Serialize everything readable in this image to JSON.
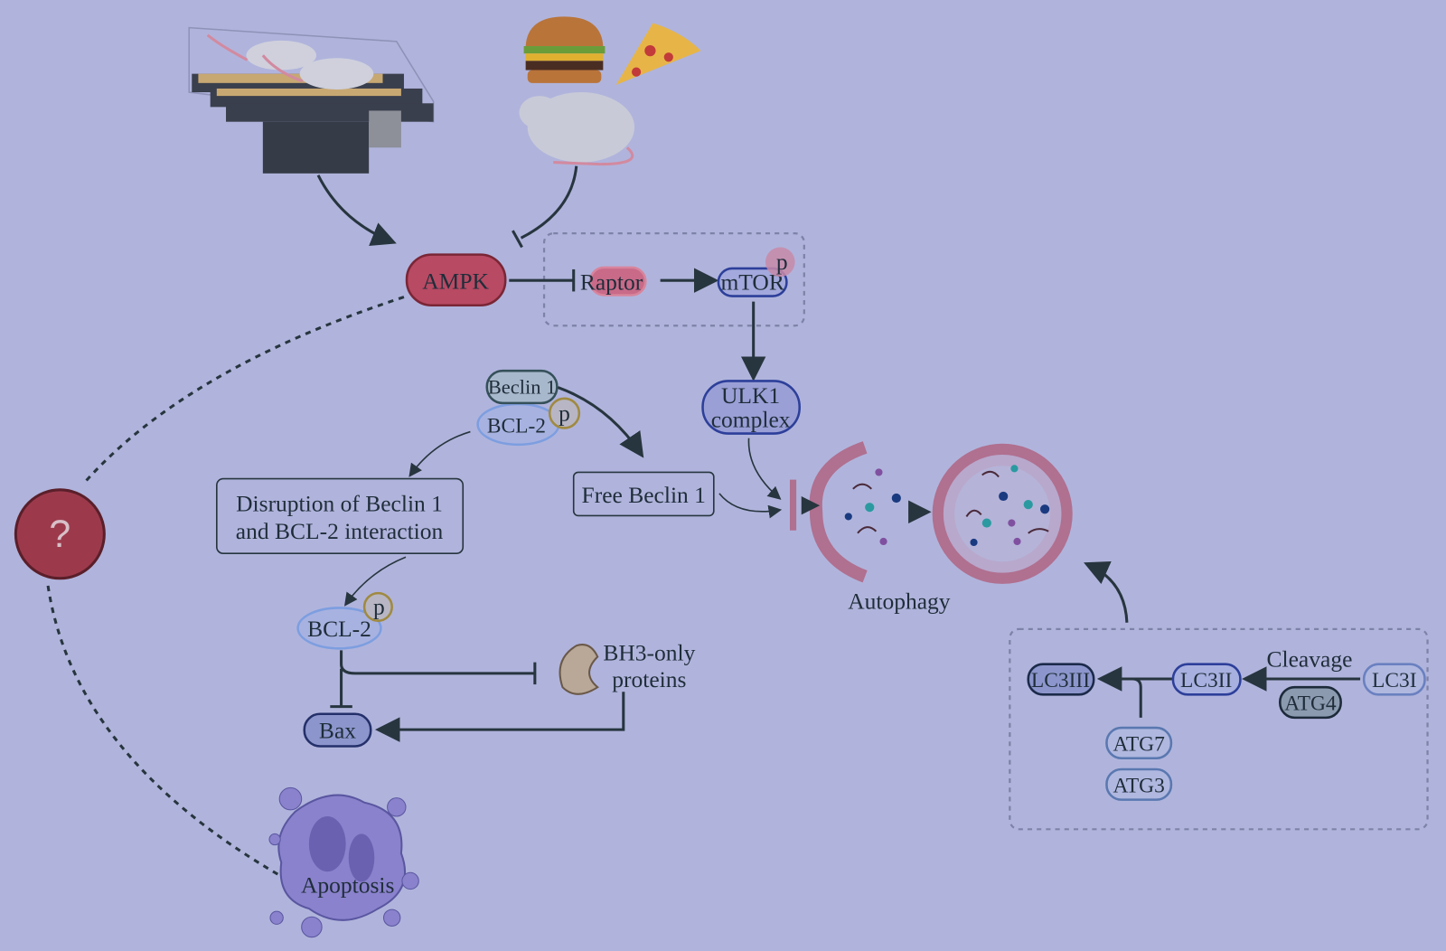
{
  "nodes": {
    "ampk": "AMPK",
    "raptor": "Raptor",
    "mtor": "mTOR",
    "p": "p",
    "ulk1_line1": "ULK1",
    "ulk1_line2": "complex",
    "beclin1": "Beclin 1",
    "bcl2": "BCL-2",
    "free_beclin": "Free Beclin 1",
    "disruption_line1": "Disruption of Beclin 1",
    "disruption_line2": "and BCL-2 interaction",
    "bh3_line1": "BH3-only",
    "bh3_line2": "proteins",
    "bax": "Bax",
    "question": "?",
    "apoptosis": "Apoptosis",
    "autophagy": "Autophagy",
    "cleavage": "Cleavage",
    "lc3i": "LC3I",
    "lc3ii": "LC3II",
    "lc3iii": "LC3III",
    "atg4": "ATG4",
    "atg7": "ATG7",
    "atg3": "ATG3"
  },
  "colors": {
    "background": "#b0b4dc",
    "ampk": "#b84a63",
    "raptor": "#c86a88",
    "mtor_fill": "#a3a9dc",
    "question": "#9c3a4c",
    "arrow": "#27353f"
  },
  "illustrations": [
    "treadmill-with-rats",
    "burger-icon",
    "pizza-icon",
    "obese-rat",
    "autophagosome",
    "autolysosome",
    "apoptotic-cell"
  ]
}
